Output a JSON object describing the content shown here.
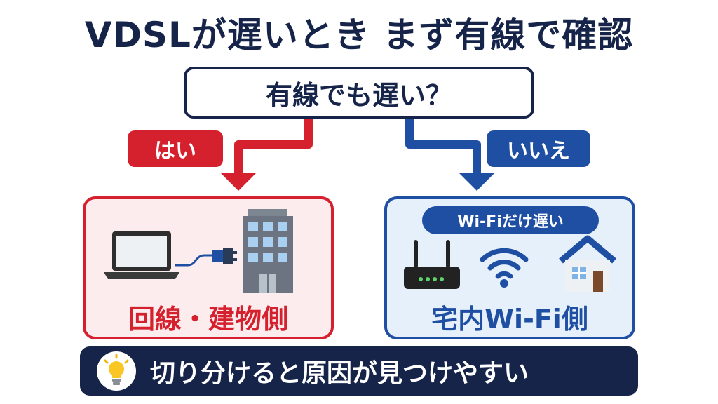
{
  "title": "VDSLが遅いとき まず有線で確認",
  "question": "有線でも遅い？",
  "answers": {
    "yes": "はい",
    "no": "いいえ"
  },
  "left_panel": {
    "label": "回線・建物側",
    "icons": [
      "laptop-icon",
      "ethernet-plug-icon",
      "building-icon"
    ]
  },
  "right_panel": {
    "pill": "Wi-Fiだけ遅い",
    "label": "宅内Wi-Fi側",
    "icons": [
      "router-icon",
      "wifi-icon",
      "house-icon"
    ]
  },
  "footer": {
    "text": "切り分けると原因が見つけやすい",
    "icon": "lightbulb-icon"
  },
  "colors": {
    "navy": "#16244a",
    "red": "#d5202d",
    "blue": "#1f4fa3",
    "red_bg": "#fdecee",
    "blue_bg": "#e6f0fb"
  }
}
